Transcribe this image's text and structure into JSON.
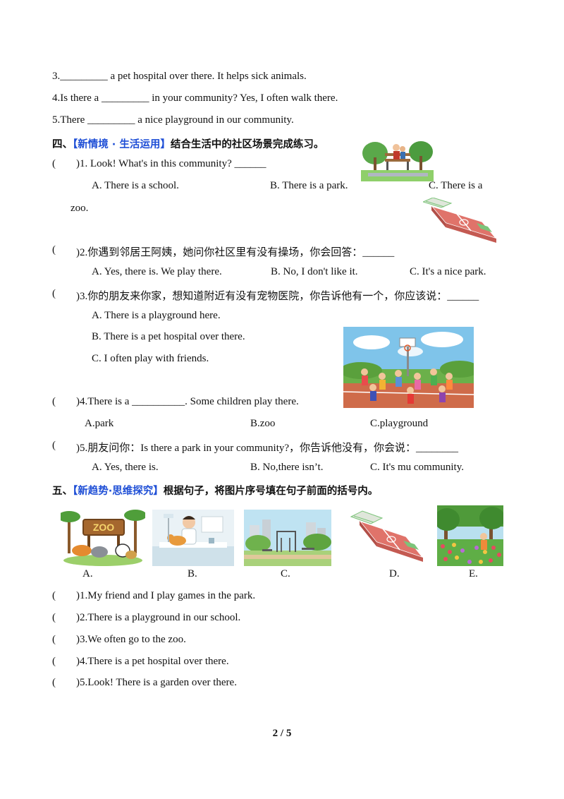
{
  "fill_lines": [
    "3._________  a  pet  hospital  over  there.  It  helps  sick  animals.",
    "4.Is  there  a  _________  in  your  community?  Yes,  I  often  walk  there.",
    "5.There  _________  a  nice  playground  in  our  community."
  ],
  "section4": {
    "num": "四、",
    "tag": "【新情境 · 生活运用】",
    "title": "结合生活中的社区场景完成练习。",
    "q1": {
      "paren": "(",
      "text": ")1.  Look!  What's  in  this  community?  ______",
      "a": "A.  There  is  a  school.",
      "b": "B.  There  is  a  park.",
      "c": "C.    There    is    a",
      "c_cont": "zoo."
    },
    "q2": {
      "paren": "(",
      "text": ")2.你遇到邻居王阿姨，她问你社区里有没有操场，你会回答：______",
      "a": "A.  Yes,  there  is.  We  play  there.",
      "b": "B.  No,  I  don't  like  it.",
      "c": "C.  It's  a  nice  park."
    },
    "q3": {
      "paren": "(",
      "text": ")3.你的朋友来你家，想知道附近有没有宠物医院，你告诉他有一个，你应该说：______",
      "a": "A.  There  is  a  playground  here.",
      "b": "B.  There  is  a  pet  hospital  over  there.",
      "c": "C.  I  often  play  with  friends."
    },
    "q4": {
      "paren": "(",
      "text": ")4.There  is  a  __________.  Some  children  play  there.",
      "a": "A.park",
      "b": "B.zoo",
      "c": "C.playground"
    },
    "q5": {
      "paren": "(",
      "text": ")5.朋友问你：Is  there  a  park  in  your  community?，你告诉他没有，你会说：________",
      "a": "A.  Yes,  there  is.",
      "b": "B.  No,there  isn’t.",
      "c": "C.  It's  mu  community."
    }
  },
  "section5": {
    "num": "五、",
    "tag": "【新趋势·思维探究】",
    "title": "根据句子，将图片序号填在句子前面的括号内。",
    "pic_labels": [
      "A.",
      "B.",
      "C.",
      "D.",
      "E."
    ],
    "zoo_sign": "ZOO",
    "items": [
      ")1.My  friend  and  I  play  games  in  the  park.",
      ")2.There  is  a  playground  in  our  school.",
      ")3.We  often  go  to  the  zoo.",
      ")4.There  is  a  pet  hospital  over  there.",
      ")5.Look!  There  is  a  garden  over  there."
    ],
    "paren": "("
  },
  "page_number": "2 / 5",
  "colors": {
    "heading_tag": "#1f4fd6",
    "court_red": "#e0736a",
    "court_green": "#7cc47a"
  }
}
